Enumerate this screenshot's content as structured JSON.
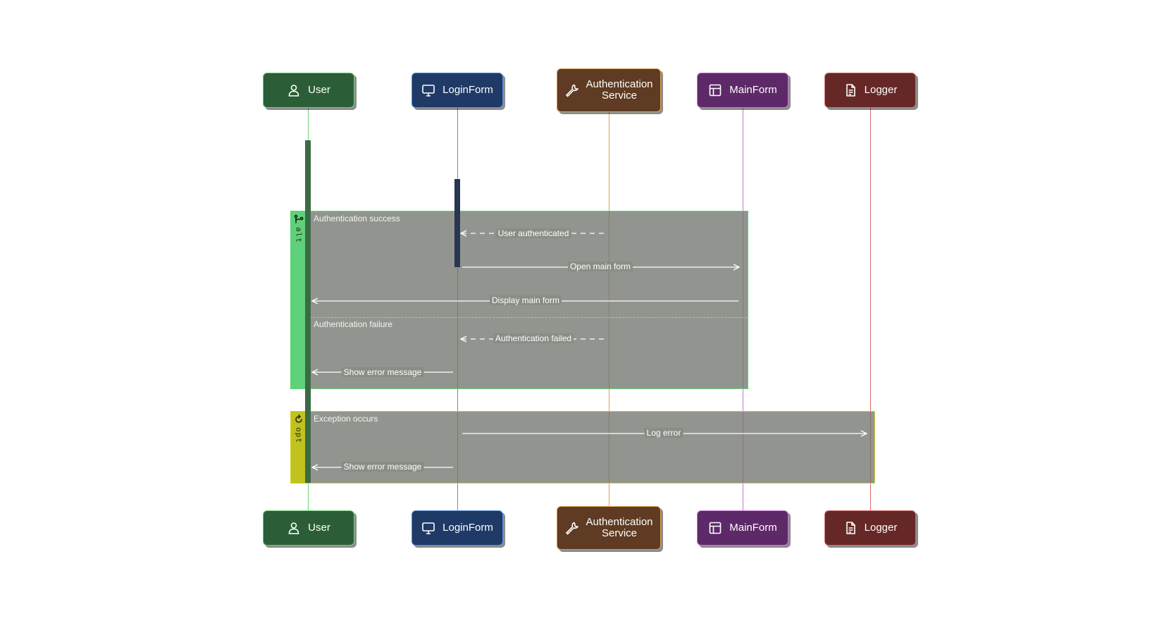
{
  "participants": [
    {
      "id": "user",
      "label": "User",
      "icon": "user-icon",
      "color": "#2b5e36",
      "border": "#6fcf7c",
      "line": "#6fcf7c"
    },
    {
      "id": "loginform",
      "label": "LoginForm",
      "icon": "monitor-icon",
      "color": "#1f3a66",
      "border": "#5b8ee0",
      "line": "#5b8ee0"
    },
    {
      "id": "authservice",
      "label": "AuthenticationService",
      "icon": "wrench-icon",
      "color": "#5e3b22",
      "border": "#e0a050",
      "line": "#e0a050"
    },
    {
      "id": "mainform",
      "label": "MainForm",
      "icon": "layout-icon",
      "color": "#5e2968",
      "border": "#c77ad6",
      "line": "#c77ad6"
    },
    {
      "id": "logger",
      "label": "Logger",
      "icon": "file-icon",
      "color": "#662826",
      "border": "#d86e6a",
      "line": "#d86e6a"
    }
  ],
  "fragments": [
    {
      "operator": "alt",
      "icon": "branch-icon",
      "tab_color": "#5fd17a",
      "border": "#5fd17a",
      "guards": [
        "Authentication success",
        "Authentication failure"
      ]
    },
    {
      "operator": "opt",
      "icon": "loop-icon",
      "tab_color": "#c2c21e",
      "border": "#d2d22c",
      "guards": [
        "Exception occurs"
      ]
    }
  ],
  "messages": [
    {
      "from": "authservice",
      "to": "loginform",
      "label": "User authenticated",
      "style": "dashed"
    },
    {
      "from": "loginform",
      "to": "mainform",
      "label": "Open main form",
      "style": "solid"
    },
    {
      "from": "mainform",
      "to": "user",
      "label": "Display main form",
      "style": "solid"
    },
    {
      "from": "authservice",
      "to": "loginform",
      "label": "Authentication failed",
      "style": "dashed"
    },
    {
      "from": "loginform",
      "to": "user",
      "label": "Show error message",
      "style": "solid"
    },
    {
      "from": "loginform",
      "to": "logger",
      "label": "Log error",
      "style": "solid"
    },
    {
      "from": "loginform",
      "to": "user",
      "label": "Show error message",
      "style": "solid"
    }
  ]
}
